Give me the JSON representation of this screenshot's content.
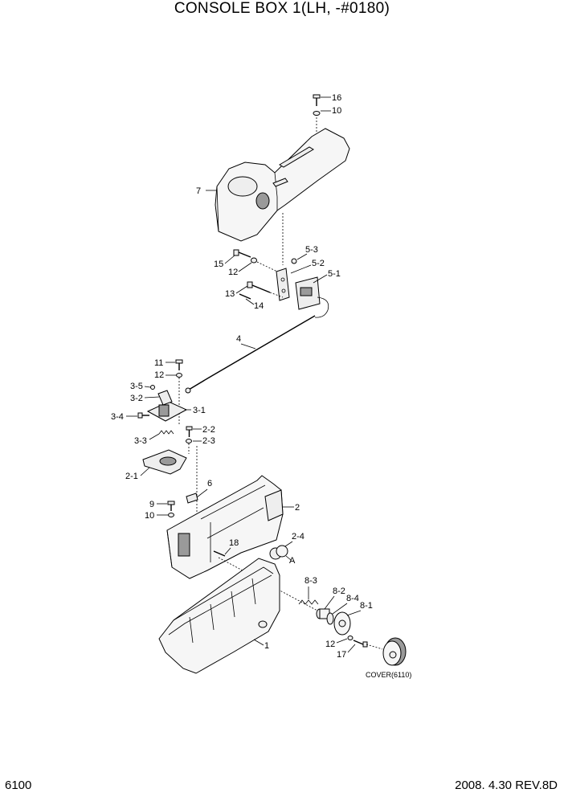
{
  "title": "CONSOLE BOX 1(LH, -#0180)",
  "page_number": "6100",
  "revision": "2008.  4.30  REV.8D",
  "labels": {
    "p16": "16",
    "p10a": "10",
    "p7": "7",
    "p5_3": "5-3",
    "p5_2": "5-2",
    "p5_1": "5-1",
    "p15": "15",
    "p12a": "12",
    "p13": "13",
    "p14": "14",
    "p4": "4",
    "p11": "11",
    "p12b": "12",
    "p3_5": "3-5",
    "p3_2": "3-2",
    "p3_1": "3-1",
    "p3_4": "3-4",
    "p3_3": "3-3",
    "p2_2": "2-2",
    "p2_3": "2-3",
    "p2_1": "2-1",
    "p6": "6",
    "p2": "2",
    "p9": "9",
    "p10b": "10",
    "p2_4": "2-4",
    "p18": "18",
    "pA": "A",
    "p8_3": "8-3",
    "p8_2": "8-2",
    "p8_4": "8-4",
    "p8_1": "8-1",
    "p1": "1",
    "p12c": "12",
    "p17": "17",
    "cover": "COVER(6110)"
  }
}
